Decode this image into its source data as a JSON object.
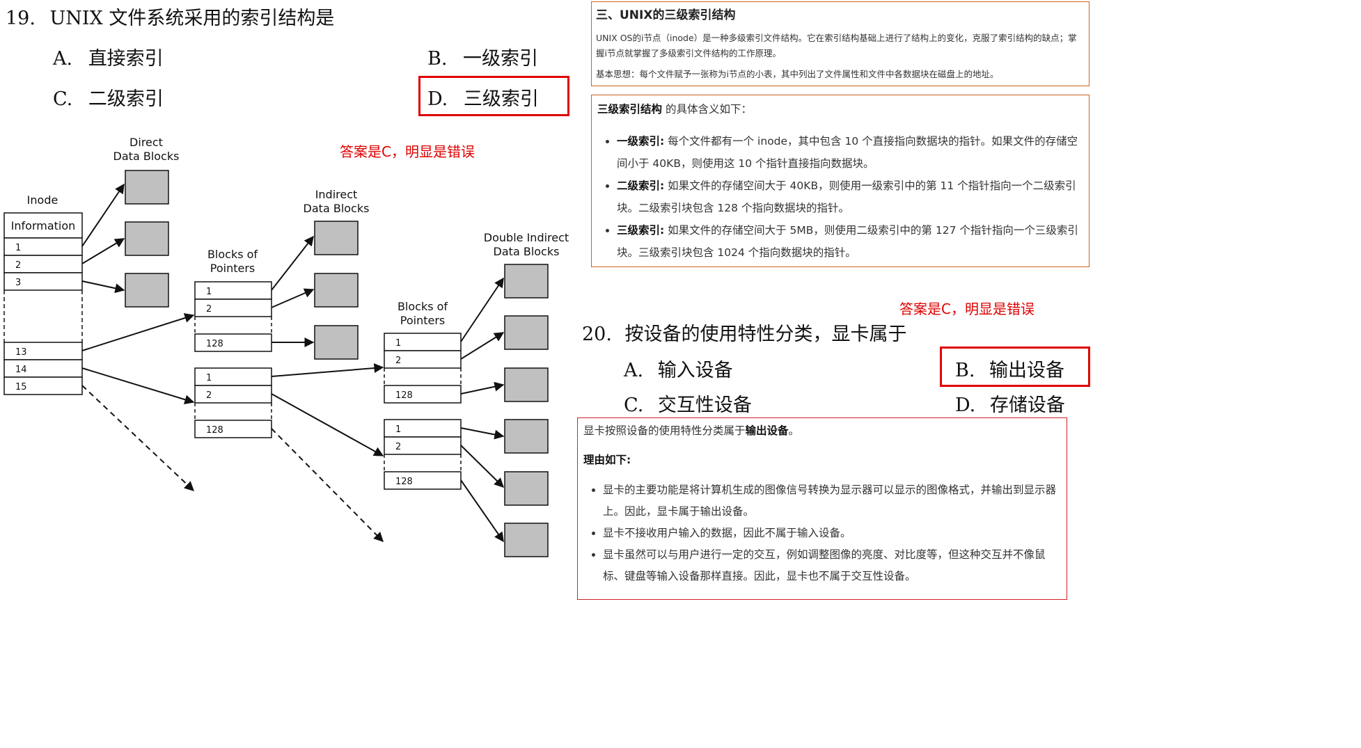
{
  "q19": {
    "number": "19.",
    "stem": "UNIX 文件系统采用的索引结构是",
    "options": [
      {
        "key": "A.",
        "text": "直接索引"
      },
      {
        "key": "B.",
        "text": "一级索引"
      },
      {
        "key": "C.",
        "text": "二级索引"
      },
      {
        "key": "D.",
        "text": "三级索引"
      }
    ],
    "annotation": "答案是C，明显是错误"
  },
  "diagram": {
    "direct_label": [
      "Direct",
      "Data Blocks"
    ],
    "inode_label": "Inode",
    "information_label": "Information",
    "inode_rows": [
      "1",
      "2",
      "3",
      "13",
      "14",
      "15"
    ],
    "bop1_label": [
      "Blocks of",
      "Pointers"
    ],
    "bop_rows": [
      "1",
      "2",
      "128"
    ],
    "indirect_label": [
      "Indirect",
      "Data Blocks"
    ],
    "bop2_label": [
      "Blocks of",
      "Pointers"
    ],
    "double_label": [
      "Double Indirect",
      "Data Blocks"
    ]
  },
  "panel1": {
    "title": "三、UNIX的三级索引结构",
    "para1": "UNIX OS的i节点（inode）是一种多级索引文件结构。它在索引结构基础上进行了结构上的变化，克服了索引结构的缺点；掌握i节点就掌握了多级索引文件结构的工作原理。",
    "para2": "基本思想：每个文件赋予一张称为i节点的小表，其中列出了文件属性和文件中各数据块在磁盘上的地址。"
  },
  "panel2": {
    "intro_bold": "三级索引结构",
    "intro_rest": " 的具体含义如下：",
    "items": [
      {
        "term": "一级索引:",
        "text": " 每个文件都有一个 inode，其中包含 10 个直接指向数据块的指针。如果文件的存储空间小于 40KB，则使用这 10 个指针直接指向数据块。"
      },
      {
        "term": "二级索引:",
        "text": " 如果文件的存储空间大于 40KB，则使用一级索引中的第 11 个指针指向一个二级索引块。二级索引块包含 128 个指向数据块的指针。"
      },
      {
        "term": "三级索引:",
        "text": " 如果文件的存储空间大于 5MB，则使用二级索引中的第 127 个指针指向一个三级索引块。三级索引块包含 1024 个指向数据块的指针。"
      }
    ]
  },
  "q20": {
    "annotation": "答案是C，明显是错误",
    "number": "20.",
    "stem": "按设备的使用特性分类，显卡属于",
    "options": [
      {
        "key": "A.",
        "text": "输入设备"
      },
      {
        "key": "B.",
        "text": "输出设备"
      },
      {
        "key": "C.",
        "text": "交互性设备"
      },
      {
        "key": "D.",
        "text": "存储设备"
      }
    ]
  },
  "panel3": {
    "line1_pre": "显卡按照设备的使用特性分类属于",
    "line1_bold": "输出设备",
    "line1_post": "。",
    "reason_title": "理由如下:",
    "items": [
      "显卡的主要功能是将计算机生成的图像信号转换为显示器可以显示的图像格式，并输出到显示器上。因此，显卡属于输出设备。",
      "显卡不接收用户输入的数据，因此不属于输入设备。",
      "显卡虽然可以与用户进行一定的交互，例如调整图像的亮度、对比度等，但这种交互并不像鼠标、键盘等输入设备那样直接。因此，显卡也不属于交互性设备。"
    ]
  }
}
